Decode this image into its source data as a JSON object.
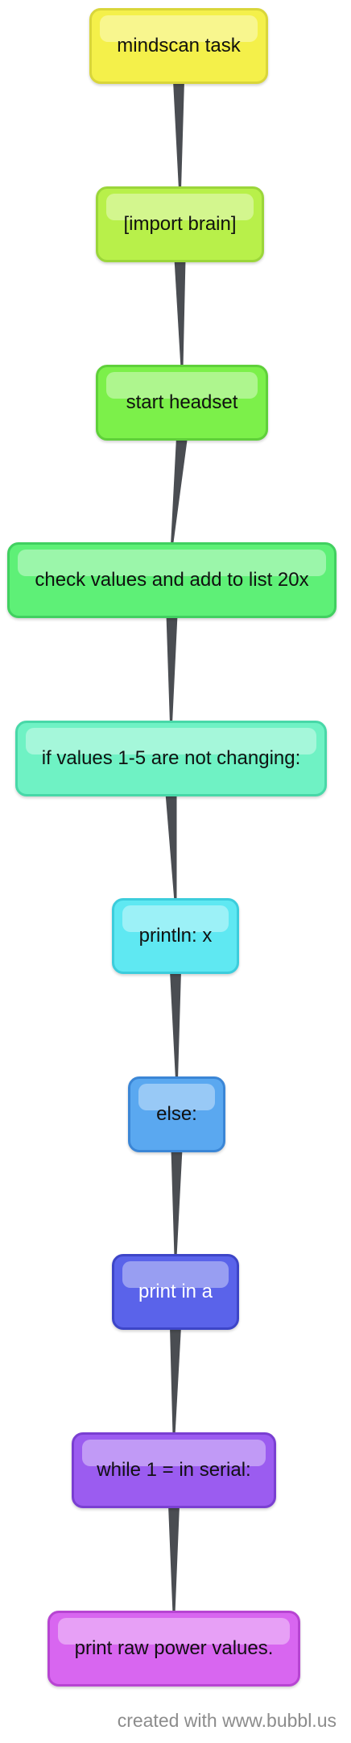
{
  "diagram": {
    "nodes": [
      {
        "id": "n1",
        "label": "mindscan task",
        "fill": "#f4f04a",
        "border": "#d9d63a",
        "text": "#111111"
      },
      {
        "id": "n2",
        "label": "[import brain]",
        "fill": "#b8f04a",
        "border": "#9bd63a",
        "text": "#111111"
      },
      {
        "id": "n3",
        "label": "start headset",
        "fill": "#7cf04a",
        "border": "#5fd03a",
        "text": "#111111"
      },
      {
        "id": "n4",
        "label": "check values and add to list 20x",
        "fill": "#5ef077",
        "border": "#41d060",
        "text": "#111111"
      },
      {
        "id": "n5",
        "label": "if values 1-5 are not changing:",
        "fill": "#6ff2c4",
        "border": "#48d8a8",
        "text": "#111111"
      },
      {
        "id": "n6",
        "label": "println: x",
        "fill": "#5fe8f2",
        "border": "#3ccddc",
        "text": "#111111"
      },
      {
        "id": "n7",
        "label": "else:",
        "fill": "#5aa8f0",
        "border": "#3b86d6",
        "text": "#111111"
      },
      {
        "id": "n8",
        "label": "print in a",
        "fill": "#5a63ea",
        "border": "#3d45c8",
        "text": "#ffffff"
      },
      {
        "id": "n9",
        "label": "while 1 = in serial:",
        "fill": "#9b5cf0",
        "border": "#7a3fd2",
        "text": "#111111"
      },
      {
        "id": "n10",
        "label": "print raw power values.",
        "fill": "#d866f0",
        "border": "#b745d2",
        "text": "#111111"
      }
    ],
    "edges": [
      [
        "n1",
        "n2"
      ],
      [
        "n2",
        "n3"
      ],
      [
        "n3",
        "n4"
      ],
      [
        "n4",
        "n5"
      ],
      [
        "n5",
        "n6"
      ],
      [
        "n6",
        "n7"
      ],
      [
        "n7",
        "n8"
      ],
      [
        "n8",
        "n9"
      ],
      [
        "n9",
        "n10"
      ]
    ],
    "connector_color": "#4a4d52"
  },
  "credit": "created with www.bubbl.us"
}
